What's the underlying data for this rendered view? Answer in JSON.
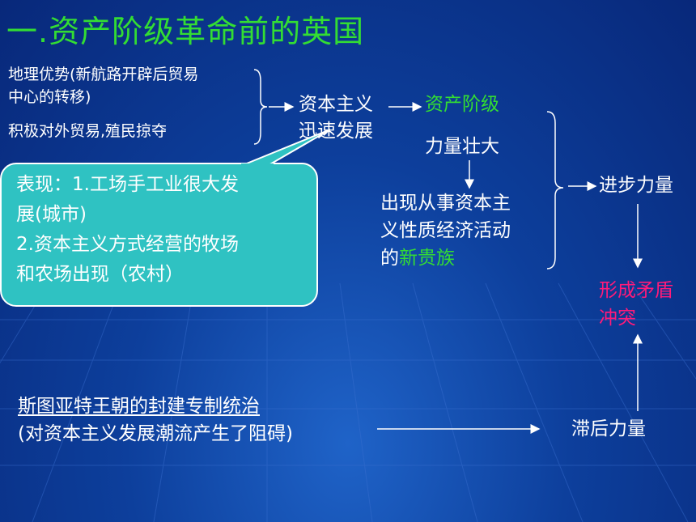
{
  "title": "一.资产阶级革命前的英国",
  "left": {
    "line1": "地理优势(新航路开辟后贸易",
    "line2": "中心的转移)",
    "line3": "积极对外贸易,殖民掠夺"
  },
  "center": {
    "result_line1": "资本主义",
    "result_line2": "迅速发展",
    "bourgeoisie": "资产阶级",
    "grow_strong": "力量壮大",
    "nobles_line1": "出现从事资本主",
    "nobles_line2": "义性质经济活动",
    "nobles_prefix": "的",
    "nobles_highlight": "新贵族"
  },
  "callout": {
    "line1": "表现：1.工场手工业很大发",
    "line2": "展(城市)",
    "line3": "2.资本主义方式经营的牧场",
    "line4": "和农场出现（农村）"
  },
  "right": {
    "progressive": "进步力量",
    "conflict_line1": "形成矛盾",
    "conflict_line2": "冲突",
    "backward": "滞后力量"
  },
  "bottom": {
    "line1": "斯图亚特王朝的封建专制统治",
    "line2": "(对资本主义发展潮流产生了阻碍)"
  },
  "colors": {
    "title_green": "#33dd33",
    "highlight_green": "#33dd33",
    "conflict_magenta": "#ff1a7a",
    "callout_fill": "#2fc2c2",
    "background": "#0d3f9c"
  }
}
